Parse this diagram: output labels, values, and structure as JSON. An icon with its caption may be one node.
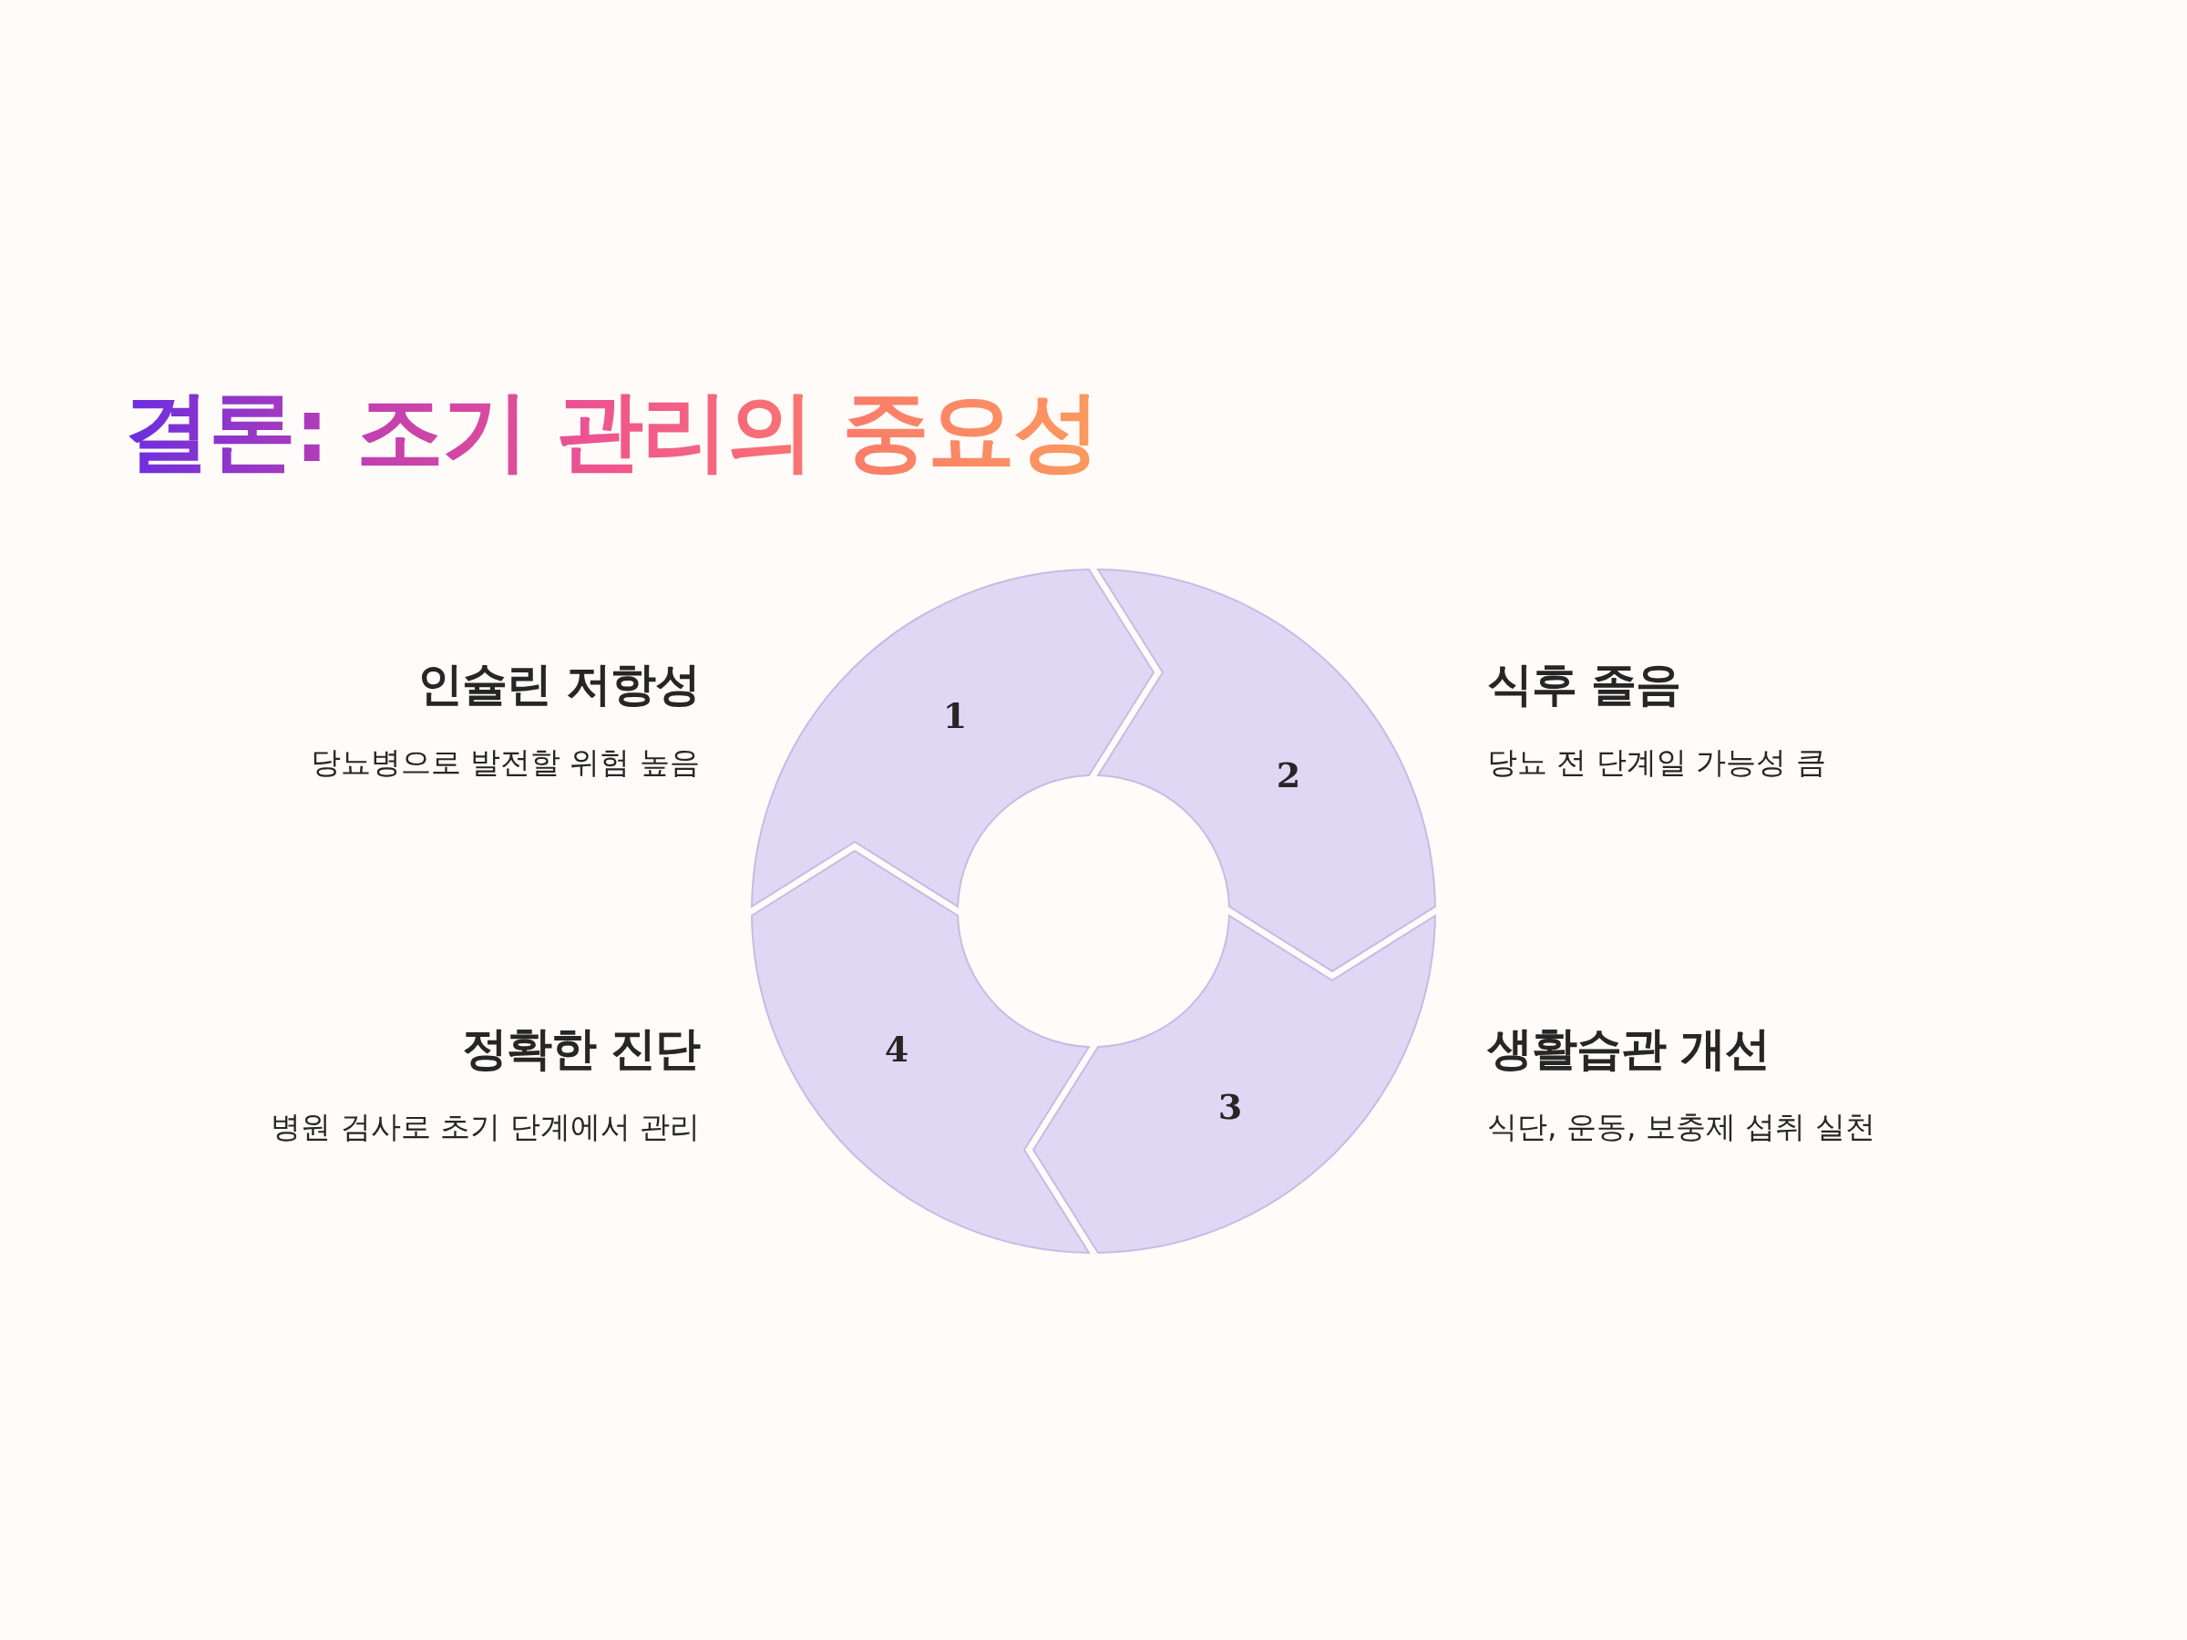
{
  "diagram": {
    "title": "결론: 조기 관리의 중요성",
    "nodes": [
      {
        "text": [
          "1"
        ],
        "beside": [
          "인슐린 저항성",
          "당뇨병으로 발전할 위험 높음"
        ]
      },
      {
        "text": [
          "2"
        ],
        "beside": [
          "식후 졸음",
          "당뇨 전 단계일 가능성 큼"
        ]
      },
      {
        "text": [
          "3"
        ],
        "beside": [
          "생활습관 개선",
          "식단, 운동, 보충제 섭취 실천"
        ]
      },
      {
        "text": [
          "4"
        ],
        "beside": [
          "정확한 진단",
          "병원 검사로 초기 단계에서 관리"
        ]
      }
    ],
    "edges": []
  }
}
